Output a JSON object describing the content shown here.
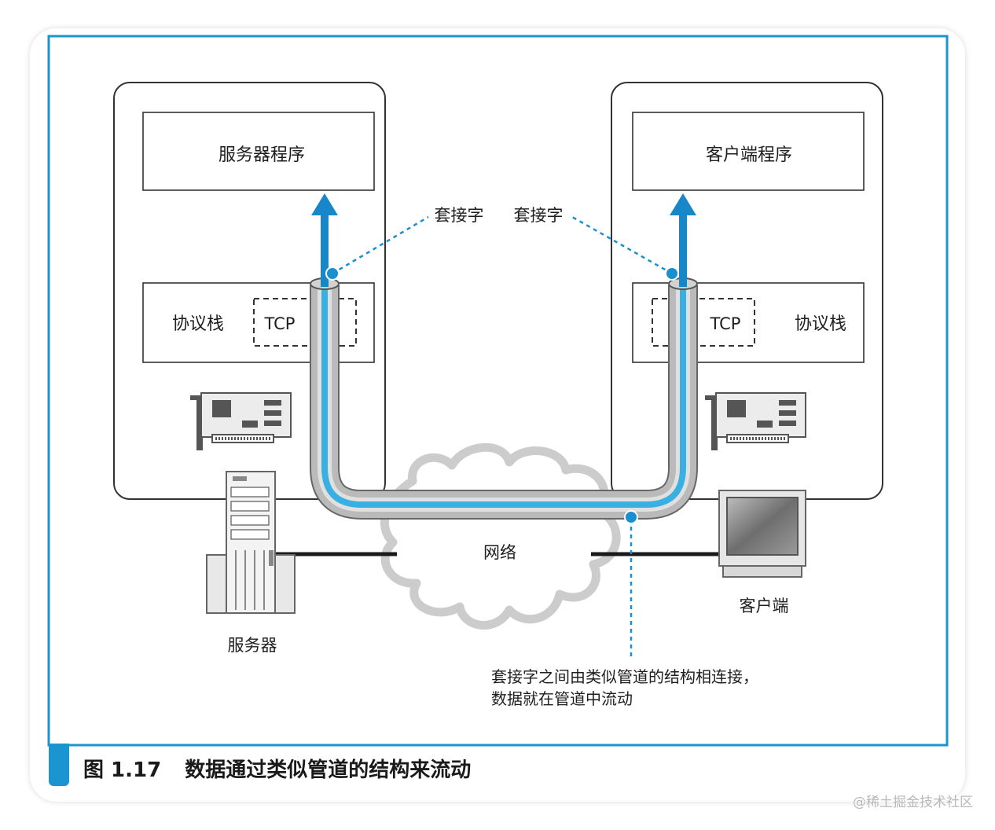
{
  "figure": {
    "number": "图 1.17",
    "title": "数据通过类似管道的结构来流动"
  },
  "server_host": {
    "app_label": "服务器程序",
    "stack_label": "协议栈",
    "tcp_label": "TCP",
    "device_label": "服务器"
  },
  "client_host": {
    "app_label": "客户端程序",
    "stack_label": "协议栈",
    "tcp_label": "TCP",
    "device_label": "客户端"
  },
  "sockets": {
    "left_label": "套接字",
    "right_label": "套接字"
  },
  "network_label": "网络",
  "annotation": {
    "line1": "套接字之间由类似管道的结构相连接，",
    "line2": "数据就在管道中流动"
  },
  "watermark": "@稀土掘金技术社区",
  "colors": {
    "frame": "#1a95d2",
    "arrow": "#1887c9",
    "pipe_outer": "#b9b9b9",
    "pipe_inner": "#3ab0e2",
    "cloud": "#cccccc"
  }
}
